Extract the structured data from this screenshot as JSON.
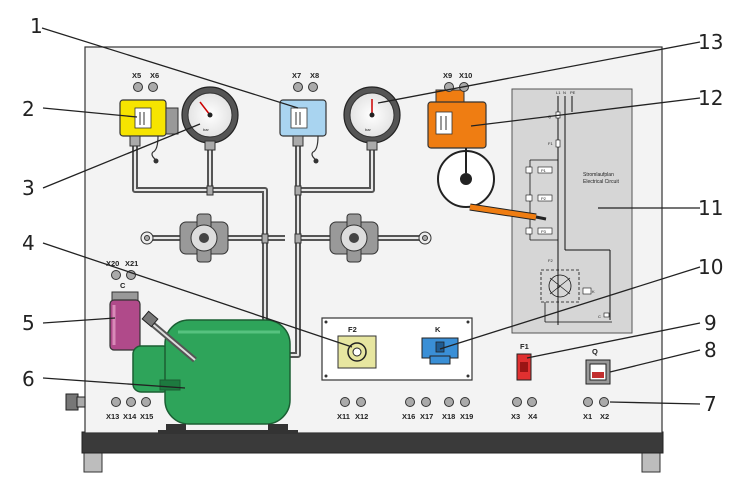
{
  "callouts": [
    "1",
    "2",
    "3",
    "4",
    "5",
    "6",
    "7",
    "8",
    "9",
    "10",
    "11",
    "12",
    "13"
  ],
  "terminals": {
    "x5": "X5",
    "x6": "X6",
    "x7": "X7",
    "x8": "X8",
    "x9": "X9",
    "x10": "X10",
    "x20": "X20",
    "x21": "X21",
    "x13": "X13",
    "x14": "X14",
    "x15": "X15",
    "x11": "X11",
    "x12": "X12",
    "x16": "X16",
    "x17": "X17",
    "x18": "X18",
    "x19": "X19",
    "x3": "X3",
    "x4": "X4",
    "x1": "X1",
    "x2": "X2"
  },
  "components": {
    "filter_label": "C",
    "fuse_box_label": "F2",
    "contactor_label": "K",
    "fuse_f1_label": "F1",
    "switch_label": "Q",
    "gauge_unit": "bar"
  },
  "circuit": {
    "title_de": "Stromlaufplan",
    "title_en": "Electrical Circuit",
    "bus_l1": "L1",
    "bus_n": "N",
    "bus_pe": "PE",
    "q": "Q",
    "f1": "F1",
    "f2": "F2",
    "p1": "P1",
    "p2": "P2",
    "p3": "P3",
    "k": "K",
    "c": "C",
    "m": "M"
  },
  "colors": {
    "panel": "#f3f3f3",
    "base": "#3a3a3a",
    "yellow_switch": "#f6e400",
    "blue_switch": "#a9d4f0",
    "orange_switch": "#ef7d12",
    "compressor": "#2ea45a",
    "filter": "#b04a8a",
    "fuse_f1": "#e03030",
    "contactor": "#3a8fd6",
    "fuse_holder": "#e7e6a0"
  }
}
